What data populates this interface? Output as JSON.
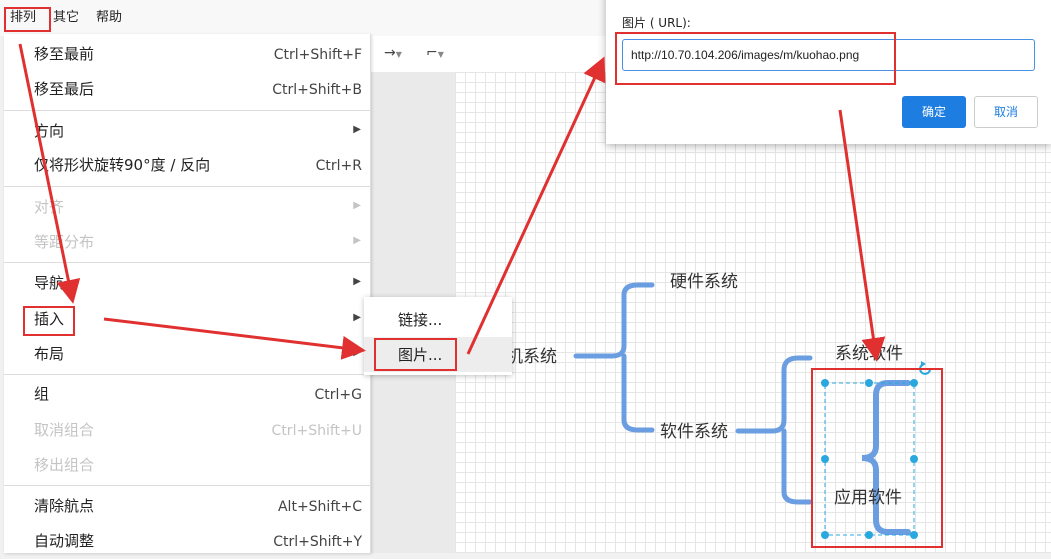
{
  "menubar": {
    "items": [
      {
        "label": "排列"
      },
      {
        "label": "其它"
      },
      {
        "label": "帮助"
      }
    ]
  },
  "toolbar": {
    "connector_icon": "arrow-right-icon",
    "waypoint_icon": "waypoint-icon"
  },
  "dropdown": {
    "items": [
      {
        "label": "移至最前",
        "shortcut": "Ctrl+Shift+F"
      },
      {
        "label": "移至最后",
        "shortcut": "Ctrl+Shift+B"
      },
      {
        "label": "方向",
        "submenu": true
      },
      {
        "label": "仅将形状旋转90°度 / 反向",
        "shortcut": "Ctrl+R"
      },
      {
        "label": "对齐",
        "submenu": true,
        "disabled": true
      },
      {
        "label": "等距分布",
        "submenu": true,
        "disabled": true
      },
      {
        "label": "导航",
        "submenu": true
      },
      {
        "label": "插入",
        "submenu": true
      },
      {
        "label": "布局",
        "submenu": true
      },
      {
        "label": "组",
        "shortcut": "Ctrl+G"
      },
      {
        "label": "取消组合",
        "shortcut": "Ctrl+Shift+U",
        "disabled": true
      },
      {
        "label": "移出组合",
        "disabled": true
      },
      {
        "label": "清除航点",
        "shortcut": "Alt+Shift+C"
      },
      {
        "label": "自动调整",
        "shortcut": "Ctrl+Shift+Y"
      }
    ]
  },
  "submenu": {
    "items": [
      {
        "label": "链接..."
      },
      {
        "label": "图片..."
      }
    ]
  },
  "dialog": {
    "label": "图片 ( URL):",
    "url_value": "http://10.70.104.206/images/m/kuohao.png",
    "ok_label": "确定",
    "cancel_label": "取消"
  },
  "diagram": {
    "root_label": "机系统",
    "hardware_label": "硬件系统",
    "software_label": "软件系统",
    "system_software_label": "系统软件",
    "app_software_label": "应用软件"
  },
  "colors": {
    "brace": "#6a9ee0",
    "annotation": "#e03030",
    "selection": "#29a8e0",
    "primary_button": "#1e7de0"
  }
}
